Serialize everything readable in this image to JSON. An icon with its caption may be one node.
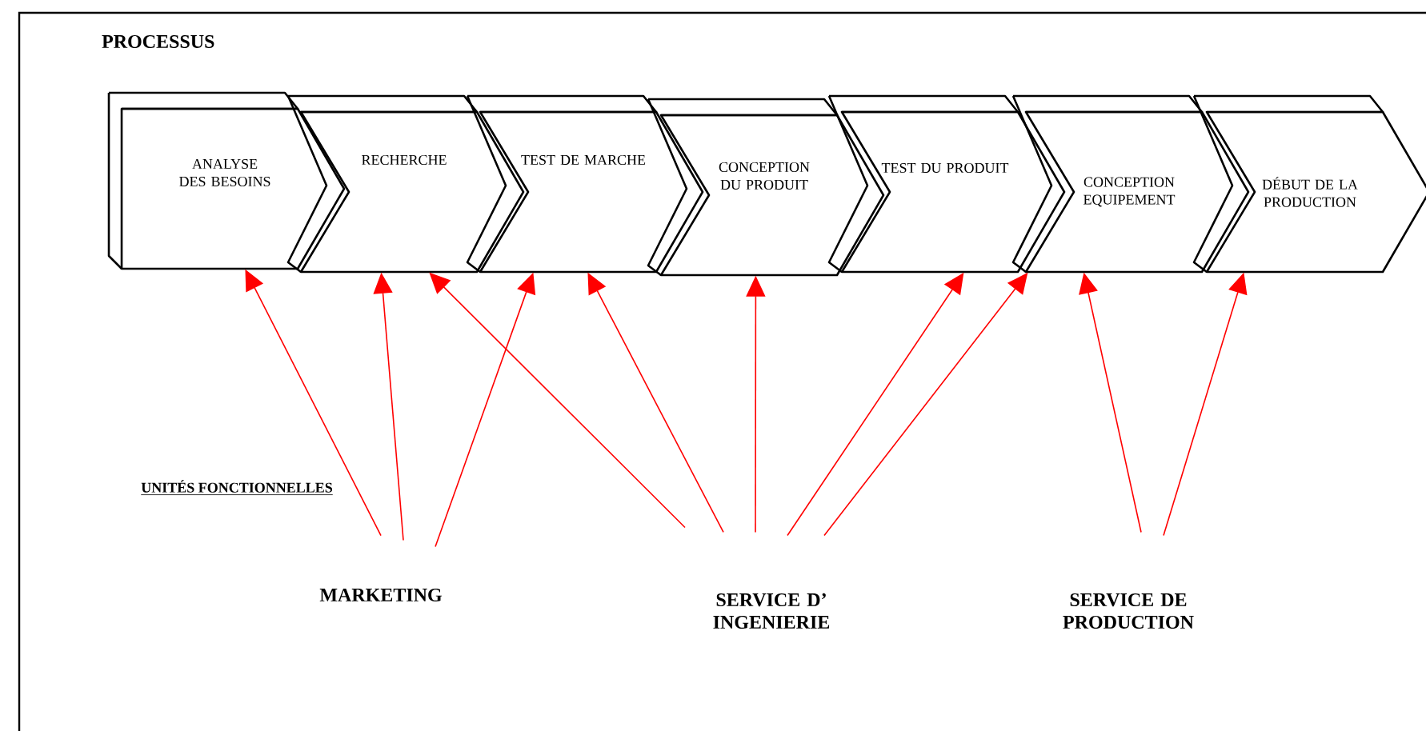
{
  "diagram": {
    "title": "PROCESSUS",
    "nodes": [
      {
        "text": [
          "ANALYSE DES BESOINS"
        ]
      },
      {
        "text": [
          "RECHERCHE"
        ]
      },
      {
        "text": [
          "TEST DE MARCHE"
        ]
      },
      {
        "text": [
          "CONCEPTION DU PRODUIT"
        ]
      },
      {
        "text": [
          "TEST DU PRODUIT"
        ]
      },
      {
        "text": [
          "CONCEPTION EQUIPEMENT"
        ]
      },
      {
        "text": [
          "DÉBUT DE LA PRODUCTION"
        ]
      },
      {
        "text": [
          "MARKETING"
        ]
      },
      {
        "text": [
          "SERVICE D’ INGENIERIE"
        ]
      },
      {
        "text": [
          "SERVICE DE PRODUCTION"
        ]
      }
    ],
    "edges": [
      {
        "from": 7,
        "to": 0,
        "arrow": "to"
      },
      {
        "from": 7,
        "to": 1,
        "arrow": "to"
      },
      {
        "from": 7,
        "to": 2,
        "arrow": "to"
      },
      {
        "from": 8,
        "to": 1,
        "arrow": "to"
      },
      {
        "from": 8,
        "to": 2,
        "arrow": "to"
      },
      {
        "from": 8,
        "to": 3,
        "arrow": "to"
      },
      {
        "from": 8,
        "to": 4,
        "arrow": "to"
      },
      {
        "from": 8,
        "to": 5,
        "arrow": "to"
      },
      {
        "from": 9,
        "to": 5,
        "arrow": "to"
      },
      {
        "from": 9,
        "to": 6,
        "arrow": "to"
      }
    ],
    "labels": [
      "UNITÉS FONCTIONNELLES"
    ]
  }
}
